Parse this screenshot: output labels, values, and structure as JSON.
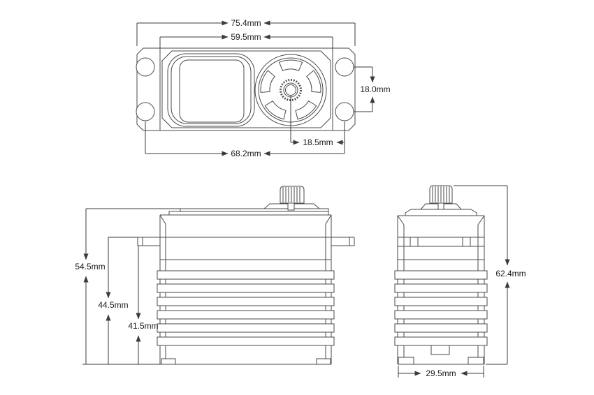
{
  "drawing": {
    "type": "servo-dimension-drawing",
    "background": "#ffffff",
    "line_color": "#4a4a4a",
    "text_color": "#1d1d1d"
  },
  "dimensions": {
    "top_view": {
      "overall_width": "75.4mm",
      "case_width": "59.5mm",
      "lug_hole_vertical_span": "18.0mm",
      "spline_to_lug": "18.5mm",
      "lug_hole_horizontal_span": "68.2mm"
    },
    "front_view": {
      "height_to_case_top": "54.5mm",
      "height_to_flange_top": "44.5mm",
      "height_to_flange_bottom": "41.5mm"
    },
    "side_view": {
      "overall_height": "62.4mm",
      "body_width": "29.5mm"
    }
  }
}
